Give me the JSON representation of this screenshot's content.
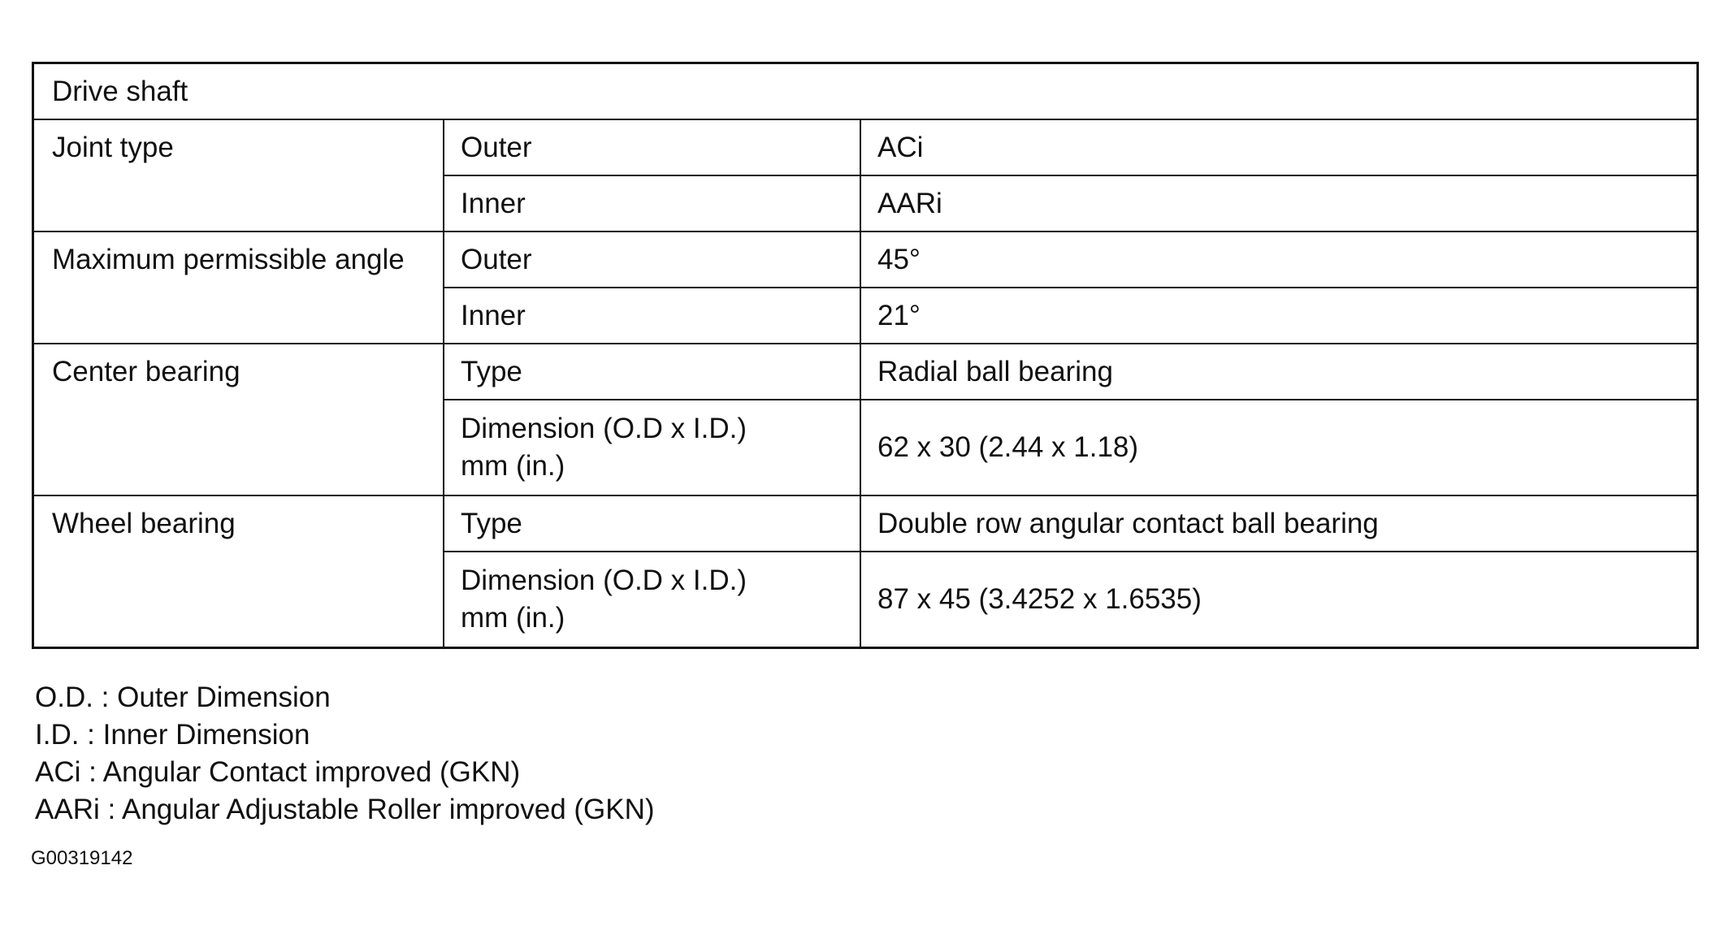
{
  "table": {
    "header": "Drive shaft",
    "groups": [
      {
        "label": "Joint type",
        "rows": [
          {
            "key": "Outer",
            "value": "ACi"
          },
          {
            "key": "Inner",
            "value": "AARi"
          }
        ]
      },
      {
        "label": "Maximum permissible angle",
        "rows": [
          {
            "key": "Outer",
            "value": "45°"
          },
          {
            "key": "Inner",
            "value": "21°"
          }
        ]
      },
      {
        "label": "Center bearing",
        "rows": [
          {
            "key": "Type",
            "value": "Radial ball bearing"
          },
          {
            "key": "Dimension (O.D x I.D.)",
            "key2": "mm (in.)",
            "value": "62 x 30 (2.44 x 1.18)"
          }
        ]
      },
      {
        "label": "Wheel bearing",
        "rows": [
          {
            "key": "Type",
            "value": "Double row angular contact ball bearing"
          },
          {
            "key": "Dimension (O.D x I.D.)",
            "key2": "mm (in.)",
            "value": "87 x 45 (3.4252 x 1.6535)"
          }
        ]
      }
    ]
  },
  "notes": [
    "O.D. : Outer Dimension",
    "I.D. : Inner Dimension",
    "ACi : Angular Contact improved (GKN)",
    "AARi : Angular Adjustable Roller improved (GKN)"
  ],
  "figure_code": "G00319142"
}
